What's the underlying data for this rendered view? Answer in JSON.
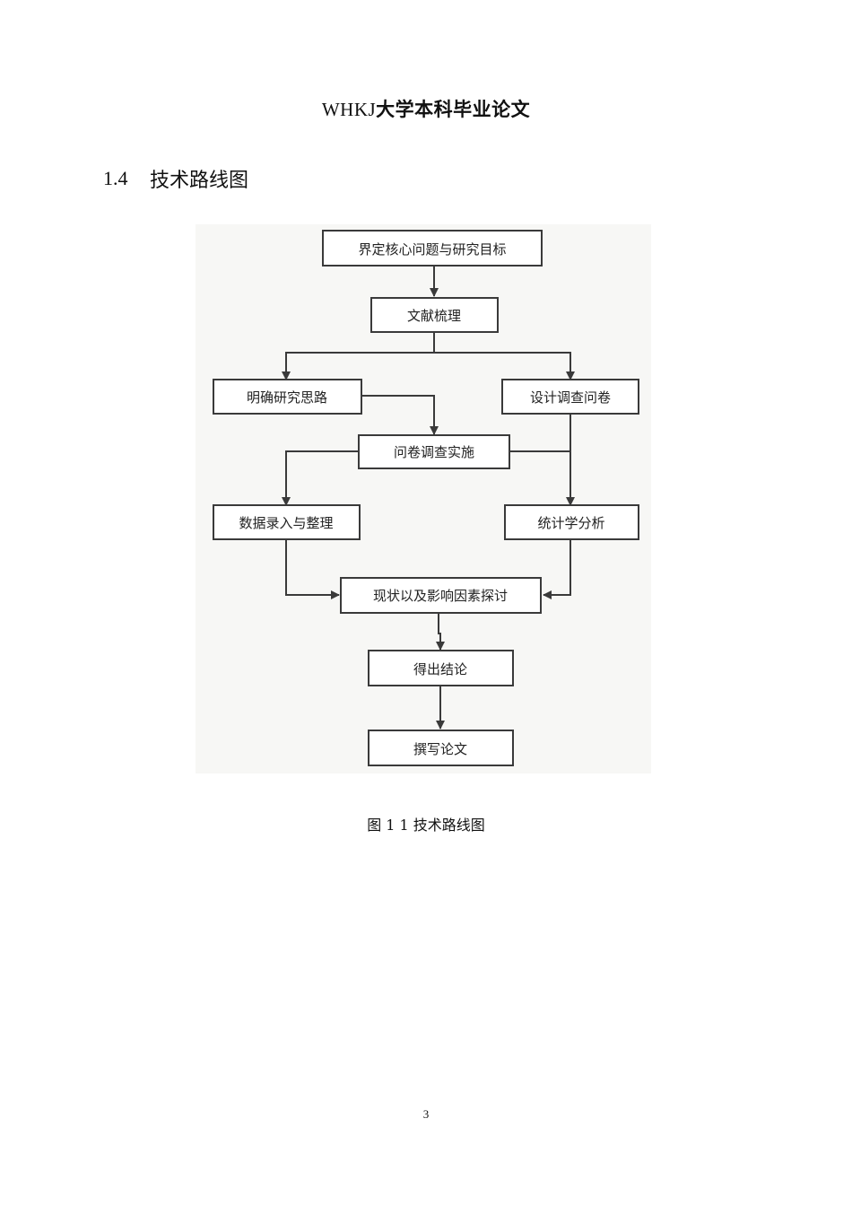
{
  "header": {
    "latin": "WHKJ",
    "cjk": "大学本科毕业论文"
  },
  "section": {
    "number": "1.4",
    "title": "技术路线图"
  },
  "flowchart": {
    "nodes": {
      "define": "界定核心问题与研究目标",
      "literature": "文献梳理",
      "clarify": "明确研究思路",
      "design": "设计调查问卷",
      "implement": "问卷调查实施",
      "entry": "数据录入与整理",
      "stats": "统计学分析",
      "discuss": "现状以及影响因素探讨",
      "conclusion": "得出结论",
      "write": "撰写论文"
    }
  },
  "caption": "图 1 1  技术路线图",
  "page_number": "3"
}
